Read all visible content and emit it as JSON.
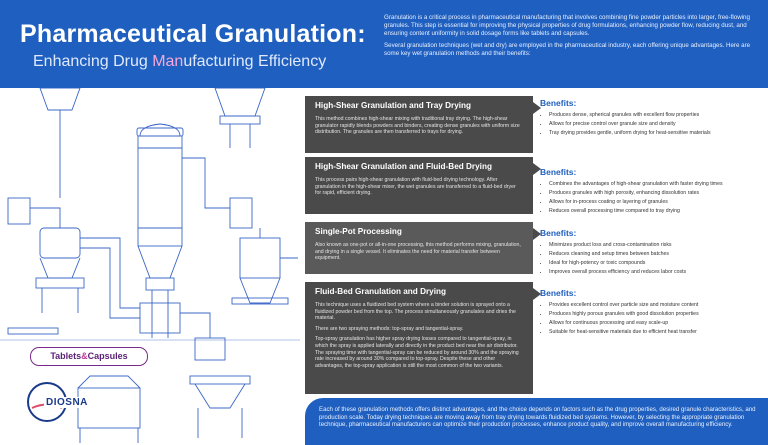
{
  "header": {
    "title": "Pharmaceutical Granulation:",
    "subtitle_a": "Enhancing Drug ",
    "subtitle_b": "Man",
    "subtitle_c": "ufacturing Efficiency",
    "intro_1": "Granulation is a critical process in pharmaceutical manufacturing that involves combining fine powder particles into larger, free-flowing granules. This step is essential for improving the physical properties of drug formulations, enhancing powder flow, reducing dust, and ensuring content uniformity in solid dosage forms like tablets and capsules.",
    "intro_2": "Several granulation techniques (wet and dry) are employed in the pharmaceutical industry, each offering unique advantages. Here are some key wet granulation methods and their benefits:"
  },
  "methods": [
    {
      "name": "High-Shear Granulation and Tray Drying",
      "desc": [
        "This method combines high-shear mixing with traditional tray drying. The high-shear granulator rapidly blends powders and binders, creating dense granules with uniform size distribution. The granules are then transferred to trays for drying."
      ],
      "benefits_title": "Benefits:",
      "benefits": [
        "Produces dense, spherical granules with excellent flow properties",
        "Allows for precise control over granule size and density",
        "Tray drying provides gentle, uniform drying for heat-sensitive materials"
      ]
    },
    {
      "name": "High-Shear Granulation and Fluid-Bed Drying",
      "desc": [
        "This process pairs high-shear granulation with fluid-bed drying technology. After granulation in the high-shear mixer, the wet granules are transferred to a fluid-bed dryer for rapid, efficient drying."
      ],
      "benefits_title": "Benefits:",
      "benefits": [
        "Combines the advantages of high-shear granulation with faster drying times",
        "Produces granules with high porosity, enhancing dissolution rates",
        "Allows for in-process coating or layering of granules",
        "Reduces overall processing time compared to tray drying"
      ]
    },
    {
      "name": "Single-Pot Processing",
      "desc": [
        "Also known as one-pot or all-in-one processing, this method performs mixing, granulation, and drying in a single vessel. It eliminates the need for material transfer between equipment."
      ],
      "benefits_title": "Benefits:",
      "benefits": [
        "Minimizes product loss and cross-contamination risks",
        "Reduces cleaning and setup times between batches",
        "Ideal for high-potency or toxic compounds",
        "Improves overall process efficiency and reduces labor costs"
      ]
    },
    {
      "name": "Fluid-Bed Granulation and Drying",
      "desc": [
        "This technique uses a fluidized bed system where a binder solution is sprayed onto a fluidized powder bed from the top. The process simultaneously granulates and dries the material.",
        "There are two spraying methods: top-spray and tangential-spray.",
        "Top-spray granulation has higher spray drying losses compared to tangential-spray, in which the spray is applied laterally and directly in the product bed near the air distributor. The spraying time with tangential-spray can be reduced by around 30% and the spraying rate increased by around 30% compared to top-spray. Despite these and other advantages, the top-spray application is still the most common of the two variants."
      ],
      "benefits_title": "Benefits:",
      "benefits": [
        "Provides excellent control over particle size and moisture content",
        "Produces highly porous granules with good dissolution properties",
        "Allows for continuous processing and easy scale-up",
        "Suitable for heat-sensitive materials due to efficient heat transfer"
      ]
    }
  ],
  "badge": {
    "left": "Tablets",
    "amp": "&",
    "right": "Capsules"
  },
  "logo": {
    "text": "DIOSNA"
  },
  "footer": {
    "text": "Each of these granulation methods offers distinct advantages, and the choice depends on factors such as the drug properties, desired granule characteristics, and production scale. Today drying techniques are moving away from tray drying towards fluidized bed systems. However, by selecting the appropriate granulation technique, pharmaceutical manufacturers can optimize their production processes, enhance product quality, and improve overall manufacturing efficiency."
  },
  "colors": {
    "brand_blue": "#1f5fbf",
    "card_gray": "#4a4a4a",
    "accent_purple": "#7a2a8c"
  }
}
